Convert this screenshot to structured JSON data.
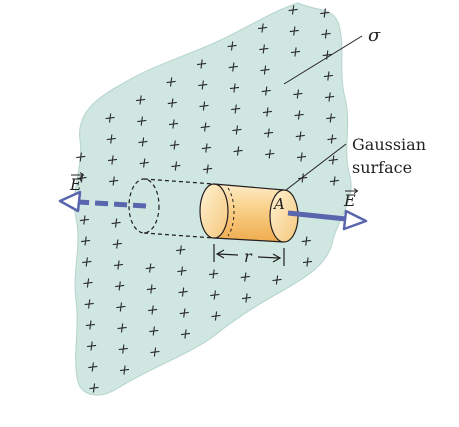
{
  "labels": {
    "sigma": "σ",
    "gaussian_line1": "Gaussian",
    "gaussian_line2": "surface",
    "field_left": "E",
    "field_right": "E",
    "area": "A",
    "radius": "r"
  },
  "colors": {
    "sheet": "#cfe6e1",
    "sheet_edge": "#9fc4bd",
    "cylinder_light": "#fde6b6",
    "cylinder_dark": "#f2b45b",
    "cylinder_outline": "#231f20",
    "field_arrow": "#5966ad",
    "text": "#231f20"
  },
  "icons": [
    "plus-charge-icon"
  ]
}
